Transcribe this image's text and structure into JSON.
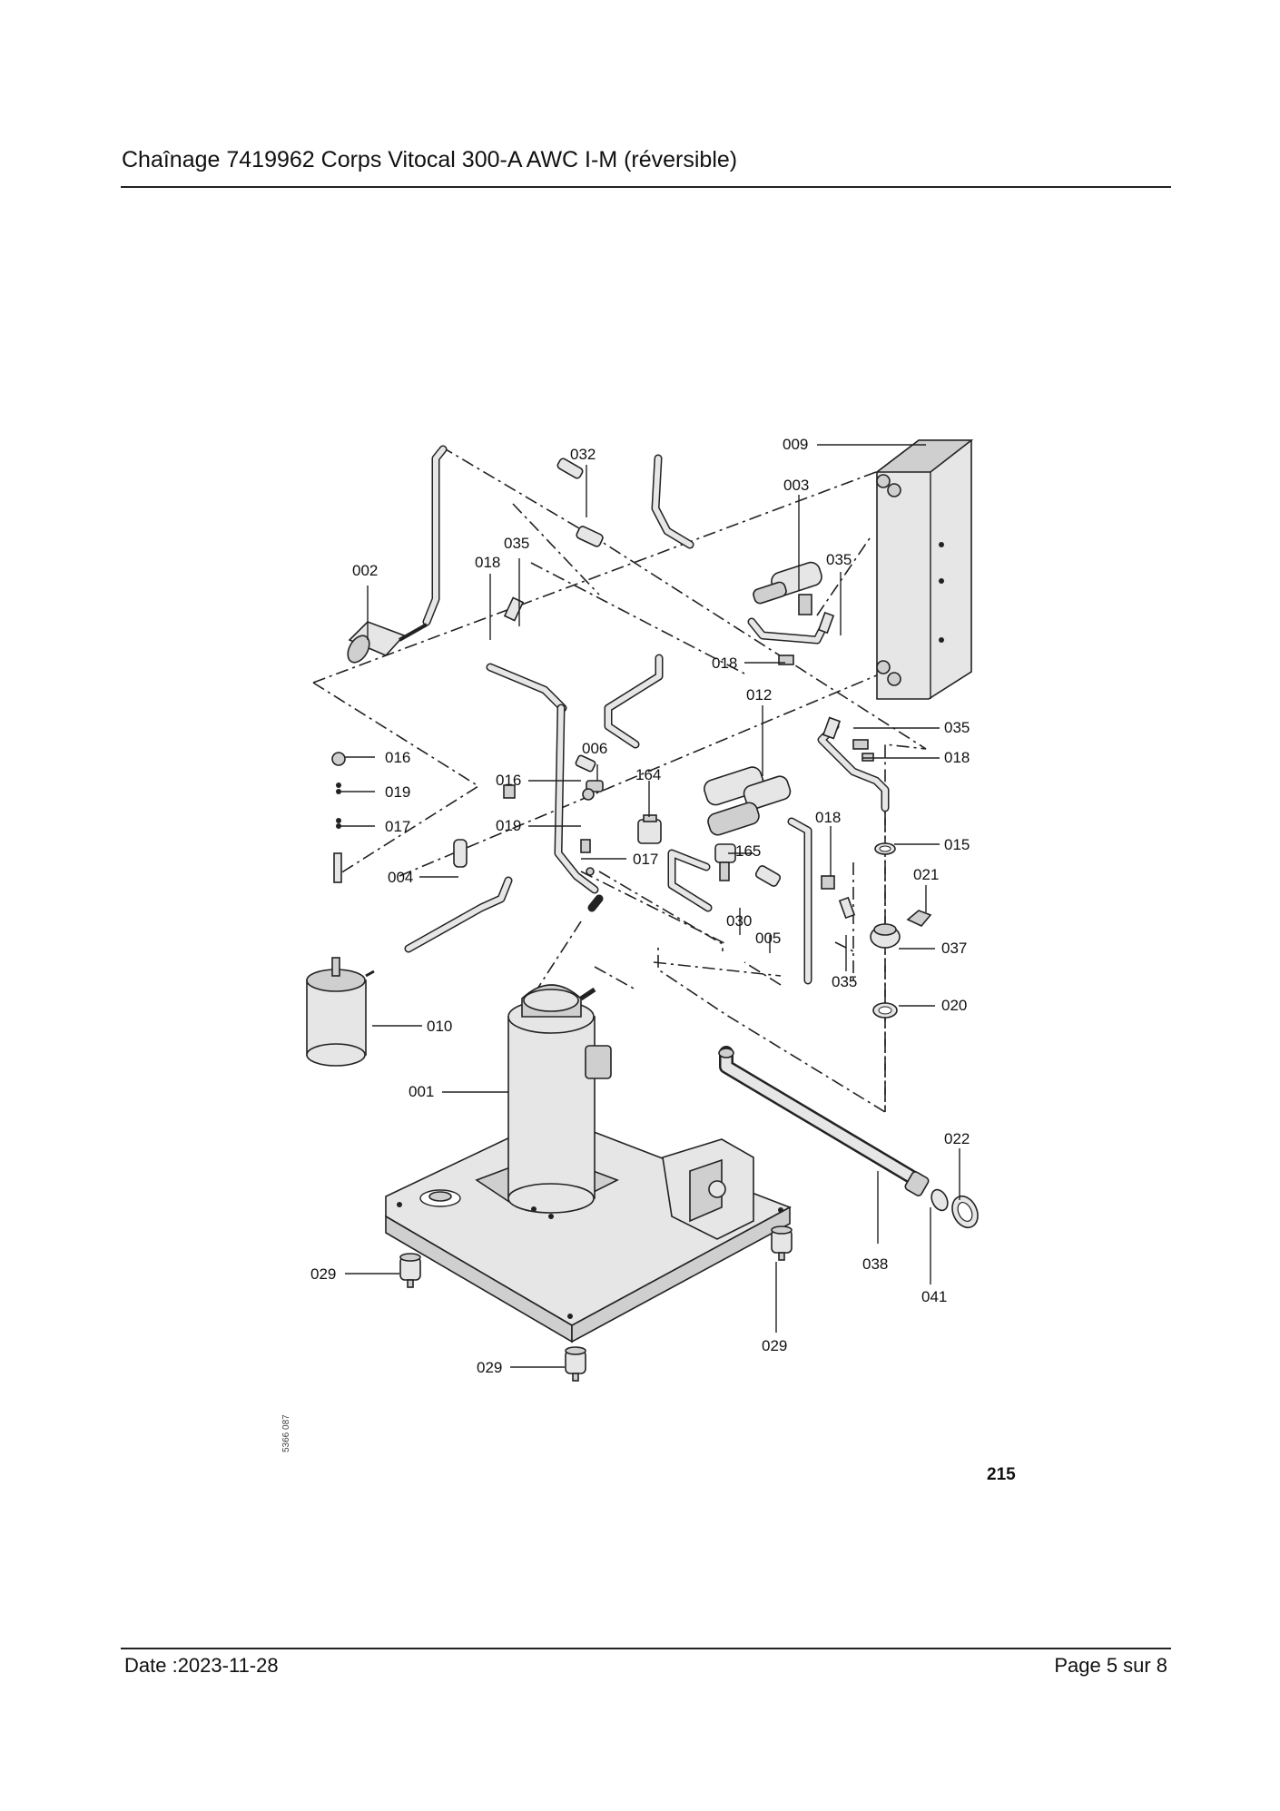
{
  "header": {
    "title": "Chaînage 7419962 Corps Vitocal 300-A AWC I-M (réversible)"
  },
  "diagram": {
    "figure_number": "215",
    "document_id": "5366 087",
    "callouts": {
      "c001": "001",
      "c002": "002",
      "c003": "003",
      "c004": "004",
      "c005": "005",
      "c006": "006",
      "c009": "009",
      "c010": "010",
      "c012": "012",
      "c015": "015",
      "c016a": "016",
      "c016b": "016",
      "c017a": "017",
      "c017b": "017",
      "c018a": "018",
      "c018b": "018",
      "c018c": "018",
      "c018d": "018",
      "c019a": "019",
      "c019b": "019",
      "c020": "020",
      "c021": "021",
      "c022": "022",
      "c029a": "029",
      "c029b": "029",
      "c029c": "029",
      "c030": "030",
      "c032": "032",
      "c035a": "035",
      "c035b": "035",
      "c035c": "035",
      "c035d": "035",
      "c037": "037",
      "c038": "038",
      "c041": "041",
      "c164": "164",
      "c165": "165"
    }
  },
  "footer": {
    "date": "Date :2023-11-28",
    "page_label": "Page 5 sur",
    "page_total": "8"
  }
}
